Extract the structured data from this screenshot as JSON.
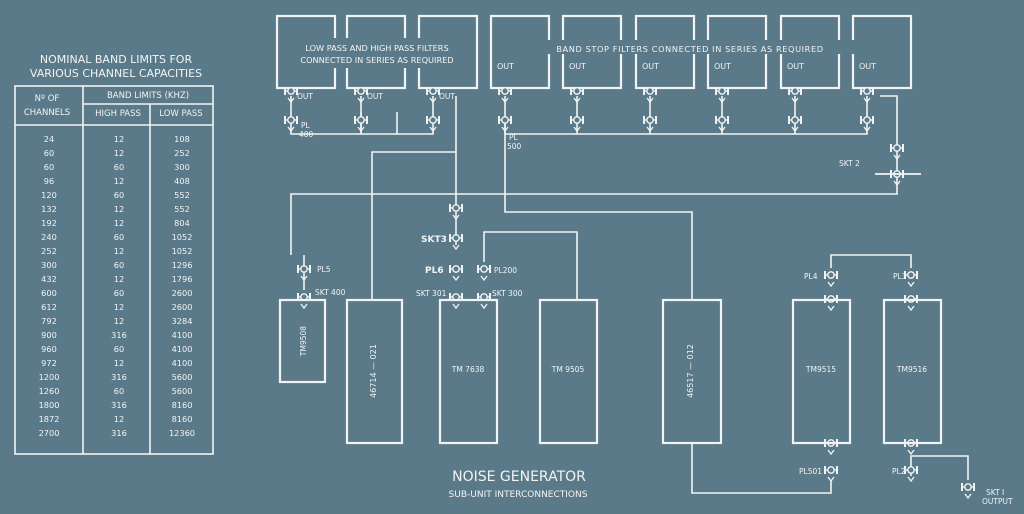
{
  "table": {
    "title_line1": "NOMINAL BAND LIMITS FOR",
    "title_line2": "VARIOUS CHANNEL CAPACITIES",
    "col_no_line1": "Nº OF",
    "col_no_line2": "CHANNELS",
    "band_limits_header": "BAND LIMITS (KHZ)",
    "col_high_pass": "HIGH PASS",
    "col_low_pass": "LOW PASS",
    "rows": [
      [
        "24",
        "12",
        "108"
      ],
      [
        "60",
        "12",
        "252"
      ],
      [
        "60",
        "60",
        "300"
      ],
      [
        "96",
        "12",
        "408"
      ],
      [
        "120",
        "60",
        "552"
      ],
      [
        "132",
        "12",
        "552"
      ],
      [
        "192",
        "12",
        "804"
      ],
      [
        "240",
        "60",
        "1052"
      ],
      [
        "252",
        "12",
        "1052"
      ],
      [
        "300",
        "60",
        "1296"
      ],
      [
        "432",
        "12",
        "1796"
      ],
      [
        "600",
        "60",
        "2600"
      ],
      [
        "612",
        "12",
        "2600"
      ],
      [
        "792",
        "12",
        "3284"
      ],
      [
        "900",
        "316",
        "4100"
      ],
      [
        "960",
        "60",
        "4100"
      ],
      [
        "972",
        "12",
        "4100"
      ],
      [
        "1200",
        "316",
        "5600"
      ],
      [
        "1260",
        "60",
        "5600"
      ],
      [
        "1800",
        "316",
        "8160"
      ],
      [
        "1872",
        "12",
        "8160"
      ],
      [
        "2700",
        "316",
        "12360"
      ]
    ]
  },
  "filters": {
    "lp_hp_label_line1": "LOW PASS AND HIGH PASS FILTERS",
    "lp_hp_label_line2": "CONNECTED IN SERIES AS REQUIRED",
    "band_stop_label": "BAND STOP FILTERS CONNECTED IN SERIES AS REQUIRED",
    "lp_out_label": "OUT",
    "bs_out_label": "OUT"
  },
  "connectors": {
    "pl400": "PL 400",
    "pl500": "PL 500",
    "skt2": "SKT 2",
    "skt3": "SKT3",
    "pl6": "PL6",
    "pl200": "PL200",
    "skt301": "SKT 301",
    "skt300": "SKT 300",
    "pl5": "PL5",
    "skt400": "SKT 400",
    "pl4": "PL4",
    "pl3": "PL3",
    "pl501": "PL501",
    "pl2": "PL2",
    "skt1_line1": "SKT I",
    "skt1_line2": "OUTPUT"
  },
  "units": {
    "tm9508": "TM9508",
    "u46714": "46714 — 021",
    "tm7638": "TM 7638",
    "tm9505": "TM 9505",
    "u46517": "46517 — 012",
    "tm9515": "TM9515",
    "tm9516": "TM9516"
  },
  "footer": {
    "title": "NOISE GENERATOR",
    "subtitle": "SUB-UNIT INTERCONNECTIONS"
  }
}
